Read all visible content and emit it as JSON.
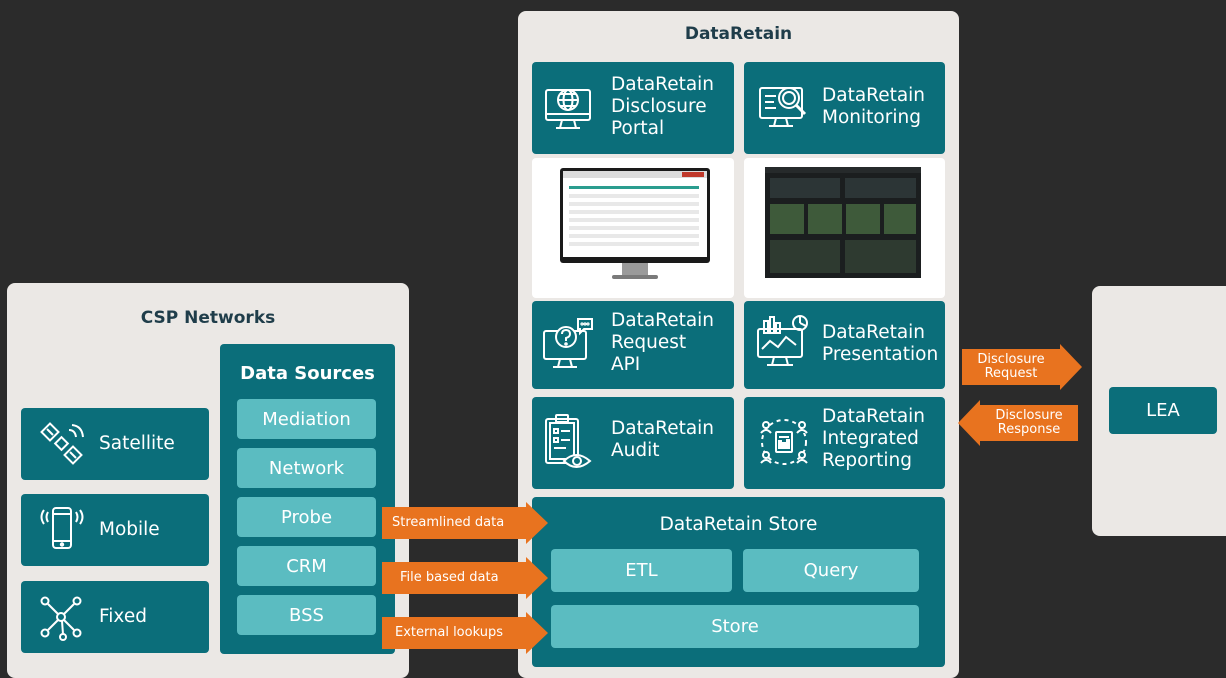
{
  "csp": {
    "title": "CSP Networks",
    "networks": [
      {
        "label": "Satellite",
        "icon": "satellite-icon"
      },
      {
        "label": "Mobile",
        "icon": "mobile-phone-icon"
      },
      {
        "label": "Fixed",
        "icon": "network-nodes-icon"
      }
    ],
    "data_sources": {
      "title": "Data Sources",
      "items": [
        "Mediation",
        "Network",
        "Probe",
        "CRM",
        "BSS"
      ]
    }
  },
  "flows": [
    "Streamlined data",
    "File based data",
    "External lookups"
  ],
  "dataretain": {
    "title": "DataRetain",
    "modules": {
      "portal": "DataRetain\nDisclosure\nPortal",
      "monitoring": "DataRetain\nMonitoring",
      "api": "DataRetain\nRequest\nAPI",
      "presentation": "DataRetain\nPresentation",
      "audit": "DataRetain\nAudit",
      "reporting": "DataRetain\nIntegrated\nReporting"
    },
    "store": {
      "title": "DataRetain Store",
      "items": [
        "ETL",
        "Query",
        "Store"
      ]
    }
  },
  "disclosure": {
    "request": "Disclosure\nRequest",
    "response": "Disclosure\nResponse"
  },
  "lea": {
    "label": "LEA"
  },
  "colors": {
    "background": "#2b2b2b",
    "panel": "#ebe8e5",
    "teal_dark": "#0b6e7a",
    "teal_light": "#5bbcc1",
    "arrow_orange": "#e8731f",
    "title_text": "#1f3d4a"
  }
}
